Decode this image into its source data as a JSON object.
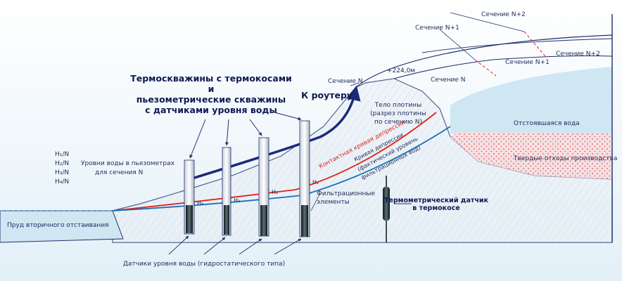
{
  "title_lines": [
    "Термоскважины с термокосами",
    "и",
    "пьезометрические скважины",
    "с датчиками уровня воды"
  ],
  "labels": {
    "router": "К роутеру",
    "section_n_left": "Сечение N",
    "section_n_right": "Сечение N",
    "section_n1_top": "Сечение N+1",
    "section_n1_right": "Сечение N+1",
    "section_n2_top": "Сечение N+2",
    "section_n2_right": "Сечение N+2",
    "elevation": "+224,0м",
    "dam_body": [
      "Тело плотины",
      "(разрез плотины",
      "по сечению N)"
    ],
    "settling_water": "Отстоявшаяся вода",
    "solid_waste": "Твердые отходы производства",
    "depression_curve": "Контактная кривая депрессии",
    "depression_curve2": "Кривая депрессии",
    "filtration_level": [
      "(фактический уровень",
      "фильтрационных вод)"
    ],
    "filtration_elements": [
      "Фильтрационные",
      "элементы"
    ],
    "pond": "Пруд вторичного отстаивания",
    "thermo_sensor": [
      "Термометрический датчик",
      "в термокосе"
    ],
    "water_sensors": "Датчики уровня воды (гидростатического типа)",
    "piezo_header": "Уровни воды в пьезометрах",
    "piezo_header2": "для сечения N",
    "piezo_items": [
      "H₁/N",
      "H₂/N",
      "H₃/N",
      "H₄/N"
    ],
    "h_marks": [
      "H₁",
      "H₂",
      "H₃",
      "H₄"
    ]
  },
  "colors": {
    "outline": "#1f2f6a",
    "router_arrow": "#1d2a7a",
    "red_curve": "#e2231a",
    "blue_curve": "#1a6fb8",
    "teal_curve": "#1d8fa0",
    "water": "#d7ebf6",
    "soil_fill": "#e8eef4",
    "waste_dots": "#e6534a",
    "section_dash": "#e2231a"
  }
}
